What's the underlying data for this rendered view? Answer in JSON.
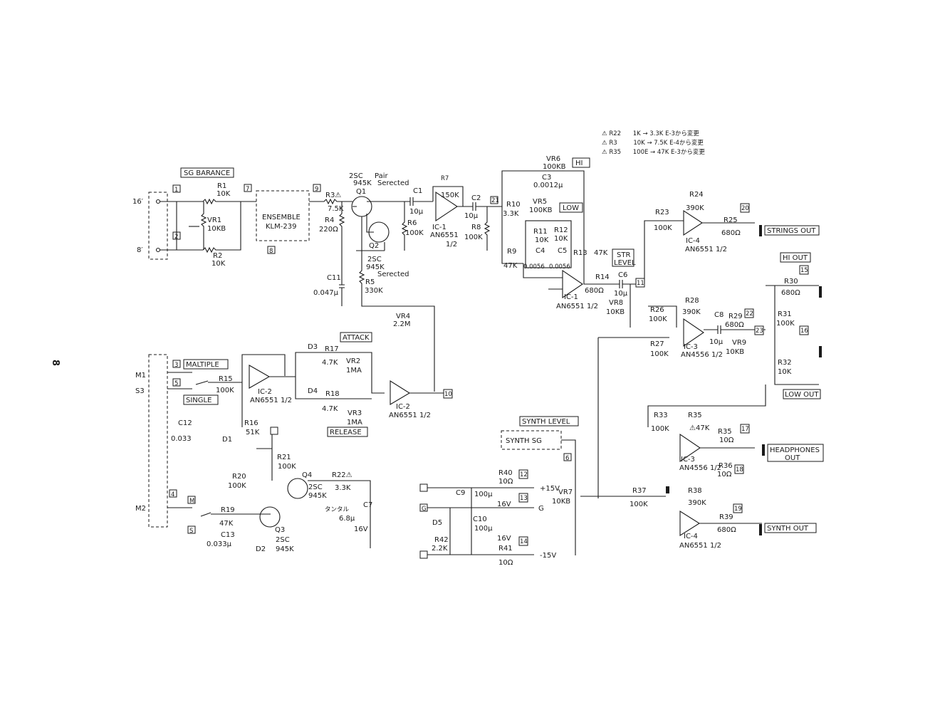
{
  "page_number": "8",
  "notes": [
    {
      "mark": "⚠",
      "ref": "R22",
      "text": "1K → 3.3K E-3から変更"
    },
    {
      "mark": "⚠",
      "ref": "R3",
      "text": "10K → 7.5K E-4から変更"
    },
    {
      "mark": "⚠",
      "ref": "R35",
      "text": "100E → 47K E-3から変更"
    }
  ],
  "labels": {
    "sg_barance": "SG BARANCE",
    "ensemble_1": "ENSEMBLE",
    "ensemble_2": "KLM-239",
    "in16": "16′",
    "in8": "8′",
    "r1": "R1",
    "r1v": "10K",
    "vr1": "VR1",
    "vr1v": "10KB",
    "r2": "R2",
    "r2v": "10K",
    "pair1": "Pair",
    "pair2": "Serected",
    "q1t": "2SC",
    "q1v": "945K",
    "q1": "Q1",
    "q2": "Q2",
    "q2t": "2SC",
    "q2v": "945K",
    "q2s": "Serected",
    "r3": "R3⚠",
    "r3v": "7.5K",
    "r4": "R4",
    "r4v": "220Ω",
    "c11": "C11",
    "c11v": "0.047μ",
    "r5": "R5",
    "r5v": "330K",
    "vr4": "VR4",
    "vr4v": "2.2M",
    "c1": "C1",
    "c1v": "10μ",
    "r6": "R6",
    "r6v": "100K",
    "r7": "R7",
    "r7v": "150K",
    "ic1": "IC-1",
    "ic1t": "AN6551",
    "ic1h": "1/2",
    "c2": "C2",
    "c2v": "10μ",
    "r8": "R8",
    "r8v": "100K",
    "hi": "HI",
    "low": "LOW",
    "vr6": "VR6",
    "vr6v": "100KB",
    "c3": "C3",
    "c3v": "0.0012μ",
    "vr5": "VR5",
    "vr5v": "100KB",
    "r10": "R10",
    "r10v": "3.3K",
    "r11": "R11",
    "r11v": "10K",
    "r12": "R12",
    "r12v": "10K",
    "c4": "C4",
    "c4v": "0.0056",
    "c5": "C5",
    "c5v": "0.0056",
    "r9": "R9",
    "r9v": "47K",
    "r13": "R13",
    "r13v": "47K",
    "ic1b": "IC-1",
    "ic1bt": "AN6551 1/2",
    "str1": "STR",
    "str2": "LEVEL",
    "r14": "R14",
    "r14v": "680Ω",
    "c6": "C6",
    "c6v": "10μ",
    "vr8": "VR8",
    "vr8v": "10KB",
    "r23": "R23",
    "r23v": "100K",
    "r24": "R24",
    "r24v": "390K",
    "r25": "R25",
    "r25v": "680Ω",
    "ic4": "IC-4",
    "ic4t": "AN6551 1/2",
    "strings_out": "STRINGS OUT",
    "hi_out": "HI OUT",
    "r30": "R30",
    "r30v": "680Ω",
    "r31": "R31",
    "r31v": "100K",
    "r32": "R32",
    "r32v": "10K",
    "low_out": "LOW OUT",
    "r26": "R26",
    "r26v": "100K",
    "r27": "R27",
    "r27v": "100K",
    "r28": "R28",
    "r28v": "390K",
    "c8": "C8",
    "c8v": "10μ",
    "r29": "R29",
    "r29v": "680Ω",
    "vr9": "VR9",
    "vr9v": "10KB",
    "ic3": "IC-3",
    "ic3t": "AN4556 1/2",
    "m1": "M1",
    "s3": "S3",
    "m2": "M2",
    "multiple": "MALTIPLE",
    "single": "SINGLE",
    "r15": "R15",
    "r15v": "100K",
    "ic2": "IC-2",
    "ic2t": "AN6551 1/2",
    "attack": "ATTACK",
    "release": "RELEASE",
    "d3": "D3",
    "d4": "D4",
    "r17": "R17",
    "r17v": "4.7K",
    "r18": "R18",
    "r18v": "4.7K",
    "vr2": "VR2",
    "vr2v": "1MA",
    "vr3": "VR3",
    "vr3v": "1MA",
    "ic2b": "IC-2",
    "ic2bt": "AN6551 1/2",
    "c12": "C12",
    "c12v": "0.033",
    "d1": "D1",
    "r16": "R16",
    "r16v": "51K",
    "r20": "R20",
    "r20v": "100K",
    "r21": "R21",
    "r21v": "100K",
    "q4": "Q4",
    "q4t": "2SC",
    "q4v": "945K",
    "r22": "R22⚠",
    "r22v": "3.3K",
    "c7": "C7",
    "c7t": "タンタル",
    "c7v": "6.8μ",
    "c7vv": "16V",
    "r19": "R19",
    "r19v": "47K",
    "c13": "C13",
    "c13v": "0.033μ",
    "d2": "D2",
    "q3": "Q3",
    "q3t": "2SC",
    "q3v": "945K",
    "sw_m": "M",
    "sw_s": "S",
    "synth_level": "SYNTH LEVEL",
    "synth_sg": "SYNTH SG",
    "vr7": "VR7",
    "vr7v": "10KB",
    "p15": "+15V",
    "pg": "G",
    "m15": "-15V",
    "r40": "R40",
    "r40v": "10Ω",
    "c9": "C9",
    "c9v": "100μ",
    "c9vv": "16V",
    "c10": "C10",
    "c10v": "100μ",
    "c10vv": "16V",
    "d5": "D5",
    "r42": "R42",
    "r42v": "2.2K",
    "r41": "R41",
    "r41v": "10Ω",
    "r33": "R33",
    "r33v": "100K",
    "r35a": "R35",
    "r35av": "⚠47K",
    "r35": "R35",
    "r35v": "10Ω",
    "r36": "R36",
    "r36v": "10Ω",
    "ic3b": "IC-3",
    "ic3bt": "AN4556 1/2",
    "headphones1": "HEADPHONES",
    "headphones2": "OUT",
    "r37": "R37",
    "r37v": "100K",
    "r38": "R38",
    "r38v": "390K",
    "r39": "R39",
    "r39v": "680Ω",
    "ic4b": "IC-4",
    "ic4bt": "AN6551 1/2",
    "synth_out": "SYNTH OUT"
  },
  "terminals": [
    "1",
    "2",
    "7",
    "8",
    "9",
    "6",
    "21",
    "20",
    "11",
    "22",
    "23",
    "15",
    "16",
    "3",
    "5",
    "4",
    "10",
    "12",
    "13",
    "14",
    "17",
    "18",
    "19"
  ]
}
